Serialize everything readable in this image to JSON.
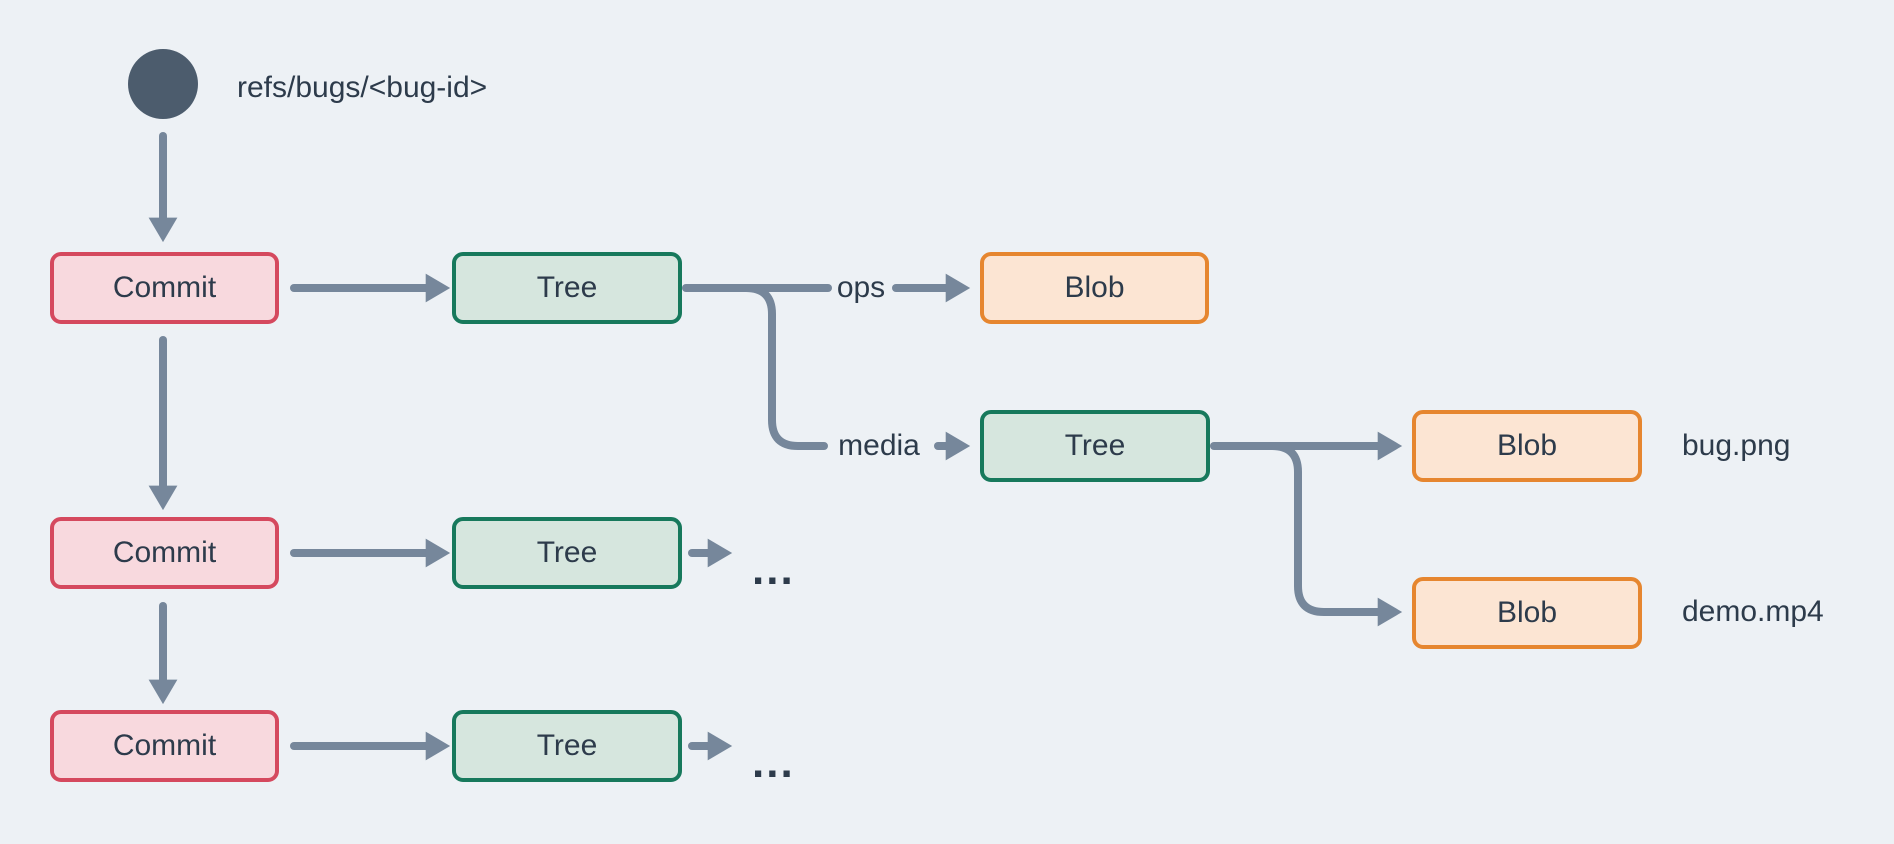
{
  "colors": {
    "background": "#edf1f5",
    "arrow": "#76879b",
    "ref_circle": "#4c5c6d",
    "text": "#2d3b4b",
    "commit_fill": "#f8d9de",
    "commit_border": "#d5495e",
    "tree_fill": "#d6e6de",
    "tree_border": "#17795c",
    "blob_fill": "#fce5d3",
    "blob_border": "#e6862f"
  },
  "diagram": {
    "ref_label": "refs/bugs/<bug-id>",
    "nodes": {
      "commit1": "Commit",
      "commit2": "Commit",
      "commit3": "Commit",
      "tree1": "Tree",
      "tree2": "Tree",
      "tree3": "Tree",
      "tree4": "Tree",
      "blob_ops": "Blob",
      "blob_bug": "Blob",
      "blob_demo": "Blob"
    },
    "edge_labels": {
      "ops": "ops",
      "media": "media"
    },
    "file_labels": {
      "bug": "bug.png",
      "demo": "demo.mp4"
    },
    "ellipsis1": "...",
    "ellipsis2": "...",
    "edges": [
      {
        "from": "ref",
        "to": "commit1"
      },
      {
        "from": "commit1",
        "to": "commit2"
      },
      {
        "from": "commit2",
        "to": "commit3"
      },
      {
        "from": "commit1",
        "to": "tree1"
      },
      {
        "from": "commit2",
        "to": "tree3"
      },
      {
        "from": "commit3",
        "to": "tree4"
      },
      {
        "from": "tree1",
        "to": "blob_ops",
        "label": "ops"
      },
      {
        "from": "tree1",
        "to": "tree2",
        "label": "media"
      },
      {
        "from": "tree2",
        "to": "blob_bug",
        "file": "bug.png"
      },
      {
        "from": "tree2",
        "to": "blob_demo",
        "file": "demo.mp4"
      },
      {
        "from": "tree3",
        "to": "ellipsis"
      },
      {
        "from": "tree4",
        "to": "ellipsis"
      }
    ]
  }
}
